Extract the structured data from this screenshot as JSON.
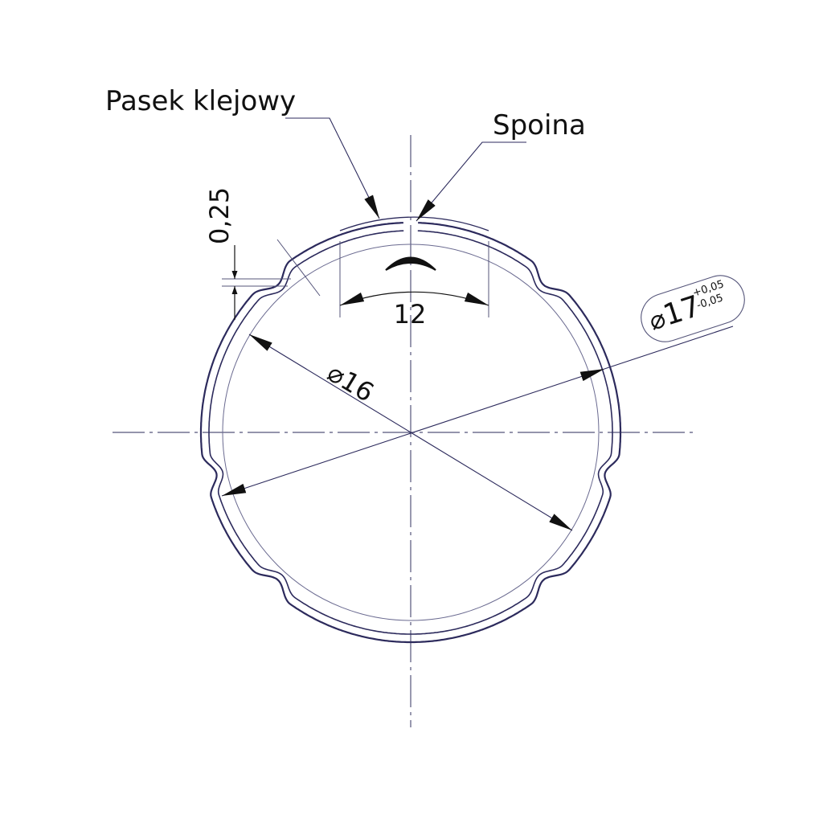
{
  "labels": {
    "adhesive_strip": "Pasek klejowy",
    "weld": "Spoina"
  },
  "dimensions": {
    "wall_thickness": "0,25",
    "strip_width": "12",
    "inner_diameter_symbol": "⌀",
    "inner_diameter_value": "16",
    "outer_diameter_symbol": "⌀",
    "outer_diameter_value": "17",
    "outer_tol_upper": "+0,05",
    "outer_tol_lower": "-0,05"
  },
  "colors": {
    "line": "#2c2a5c",
    "text": "#111111",
    "thin": "#55557a"
  }
}
